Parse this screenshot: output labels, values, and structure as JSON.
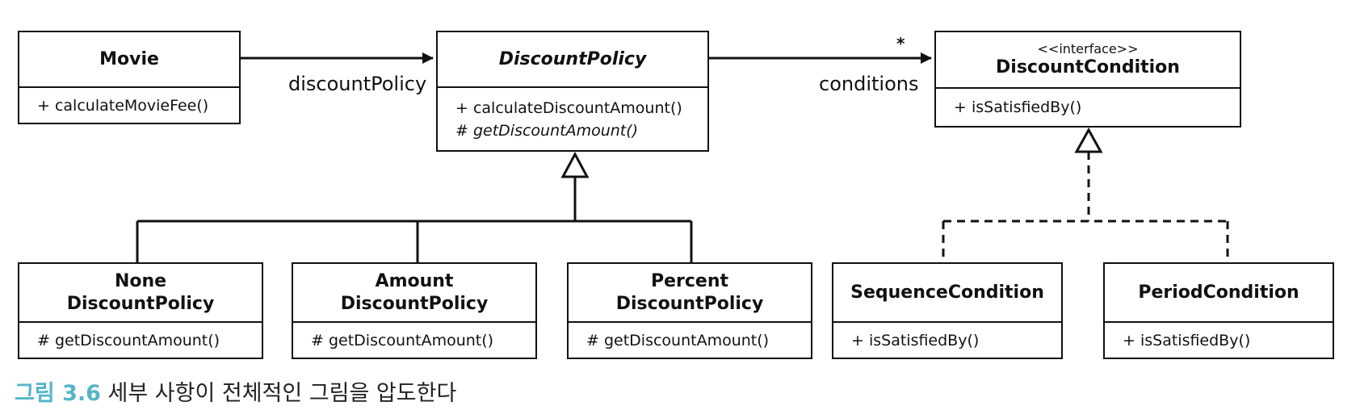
{
  "classes": {
    "movie": {
      "name": "Movie",
      "ops": [
        "+ calculateMovieFee()"
      ]
    },
    "discount_policy": {
      "name": "DiscountPolicy",
      "ops": [
        "+ calculateDiscountAmount()",
        "# getDiscountAmount()"
      ]
    },
    "discount_condition": {
      "stereotype": "<<interface>>",
      "name": "DiscountCondition",
      "ops": [
        "+ isSatisfiedBy()"
      ]
    },
    "none_policy": {
      "name_line1": "None",
      "name_line2": "DiscountPolicy",
      "ops": [
        "# getDiscountAmount()"
      ]
    },
    "amount_policy": {
      "name_line1": "Amount",
      "name_line2": "DiscountPolicy",
      "ops": [
        "# getDiscountAmount()"
      ]
    },
    "percent_policy": {
      "name_line1": "Percent",
      "name_line2": "DiscountPolicy",
      "ops": [
        "# getDiscountAmount()"
      ]
    },
    "sequence_condition": {
      "name": "SequenceCondition",
      "ops": [
        "+ isSatisfiedBy()"
      ]
    },
    "period_condition": {
      "name": "PeriodCondition",
      "ops": [
        "+ isSatisfiedBy()"
      ]
    }
  },
  "associations": {
    "discount_policy_label": "discountPolicy",
    "conditions_label": "conditions",
    "conditions_multiplicity": "*"
  },
  "caption": {
    "figure": "그림 3.6",
    "text": "세부 사항이 전체적인 그림을 압도한다"
  }
}
